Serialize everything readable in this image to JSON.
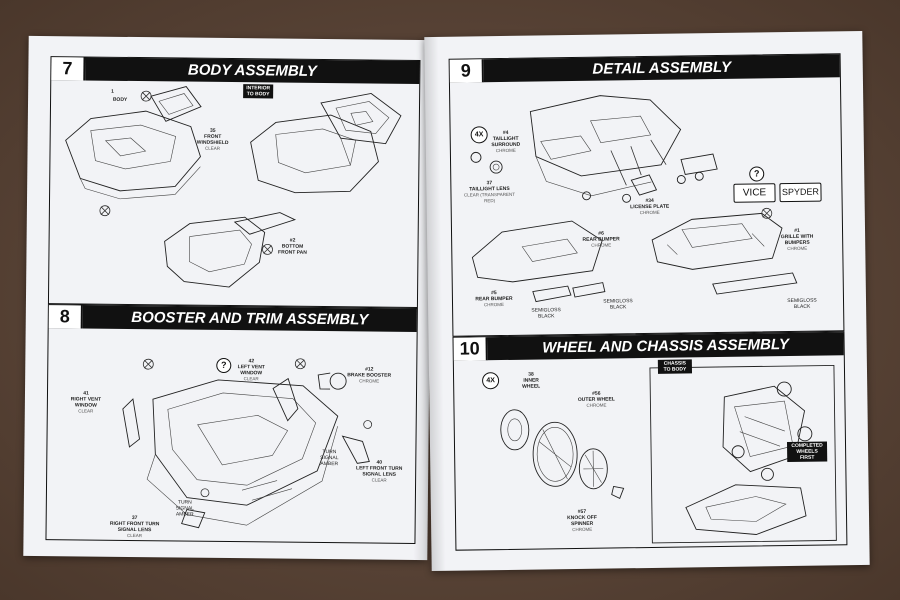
{
  "steps": {
    "s7": {
      "number": "7",
      "title": "BODY ASSEMBLY",
      "labels": {
        "body": "BODY",
        "body_no": "1",
        "windshield": "FRONT WINDSHIELD",
        "windshield_no": "35",
        "windshield_finish": "CLEAR",
        "interior_chip": "INTERIOR TO BODY",
        "bottom_pan": "BOTTOM FRONT PAN",
        "bottom_pan_no": "#2"
      }
    },
    "s8": {
      "number": "8",
      "title": "BOOSTER AND TRIM ASSEMBLY",
      "labels": {
        "left_vent": "LEFT VENT WINDOW",
        "left_vent_no": "42",
        "left_vent_finish": "CLEAR",
        "right_vent": "RIGHT VENT WINDOW",
        "right_vent_no": "41",
        "right_vent_finish": "CLEAR",
        "booster": "BRAKE BOOSTER",
        "booster_no": "#12",
        "booster_finish": "CHROME",
        "turn_signal_amber_1": "TURN SIGNAL AMBER",
        "turn_signal_amber_2": "TURN SIGNAL AMBER",
        "left_signal": "LEFT FRONT TURN SIGNAL LENS",
        "left_signal_no": "40",
        "left_signal_finish": "CLEAR",
        "right_signal": "RIGHT FRONT TURN SIGNAL LENS",
        "right_signal_no": "37",
        "right_signal_finish": "CLEAR"
      }
    },
    "s9": {
      "number": "9",
      "title": "DETAIL ASSEMBLY",
      "labels": {
        "qty": "4X",
        "taillight_surround": "TAILLIGHT SURROUND",
        "taillight_surround_no": "#4",
        "taillight_surround_finish": "CHROME",
        "taillight_lens": "TAILLIGHT LENS",
        "taillight_lens_no": "37",
        "taillight_lens_finish": "CLEAR (TRANSPARENT RED)",
        "license_plate": "LICENSE PLATE",
        "license_plate_no": "#34",
        "license_plate_finish": "CHROME",
        "plate_1": "VICE",
        "plate_2": "SPYDER",
        "rear_bumper_a": "REAR BUMPER",
        "rear_bumper_a_no": "#6",
        "rear_bumper_a_finish": "CHROME",
        "rear_bumper_b": "REAR BUMPER",
        "rear_bumper_b_no": "#5",
        "rear_bumper_b_finish": "CHROME",
        "semigloss_1": "SEMIGLOSS BLACK",
        "semigloss_2": "SEMIGLOSS BLACK",
        "semigloss_3": "SEMIGLOSS BLACK",
        "grille": "GRILLE WITH BUMPERS",
        "grille_no": "#1",
        "grille_finish": "CHROME"
      }
    },
    "s10": {
      "number": "10",
      "title": "WHEEL AND CHASSIS ASSEMBLY",
      "labels": {
        "qty": "4X",
        "inner_wheel": "INNER WHEEL",
        "inner_wheel_no": "38",
        "outer_wheel": "OUTER WHEEL",
        "outer_wheel_no": "#56",
        "outer_wheel_finish": "CHROME",
        "spinner": "KNOCK OFF SPINNER",
        "spinner_no": "#57",
        "spinner_finish": "CHROME",
        "chassis_chip": "CHASSIS TO BODY",
        "completed_chip": "COMPLETED WHEELS FIRST"
      }
    }
  }
}
